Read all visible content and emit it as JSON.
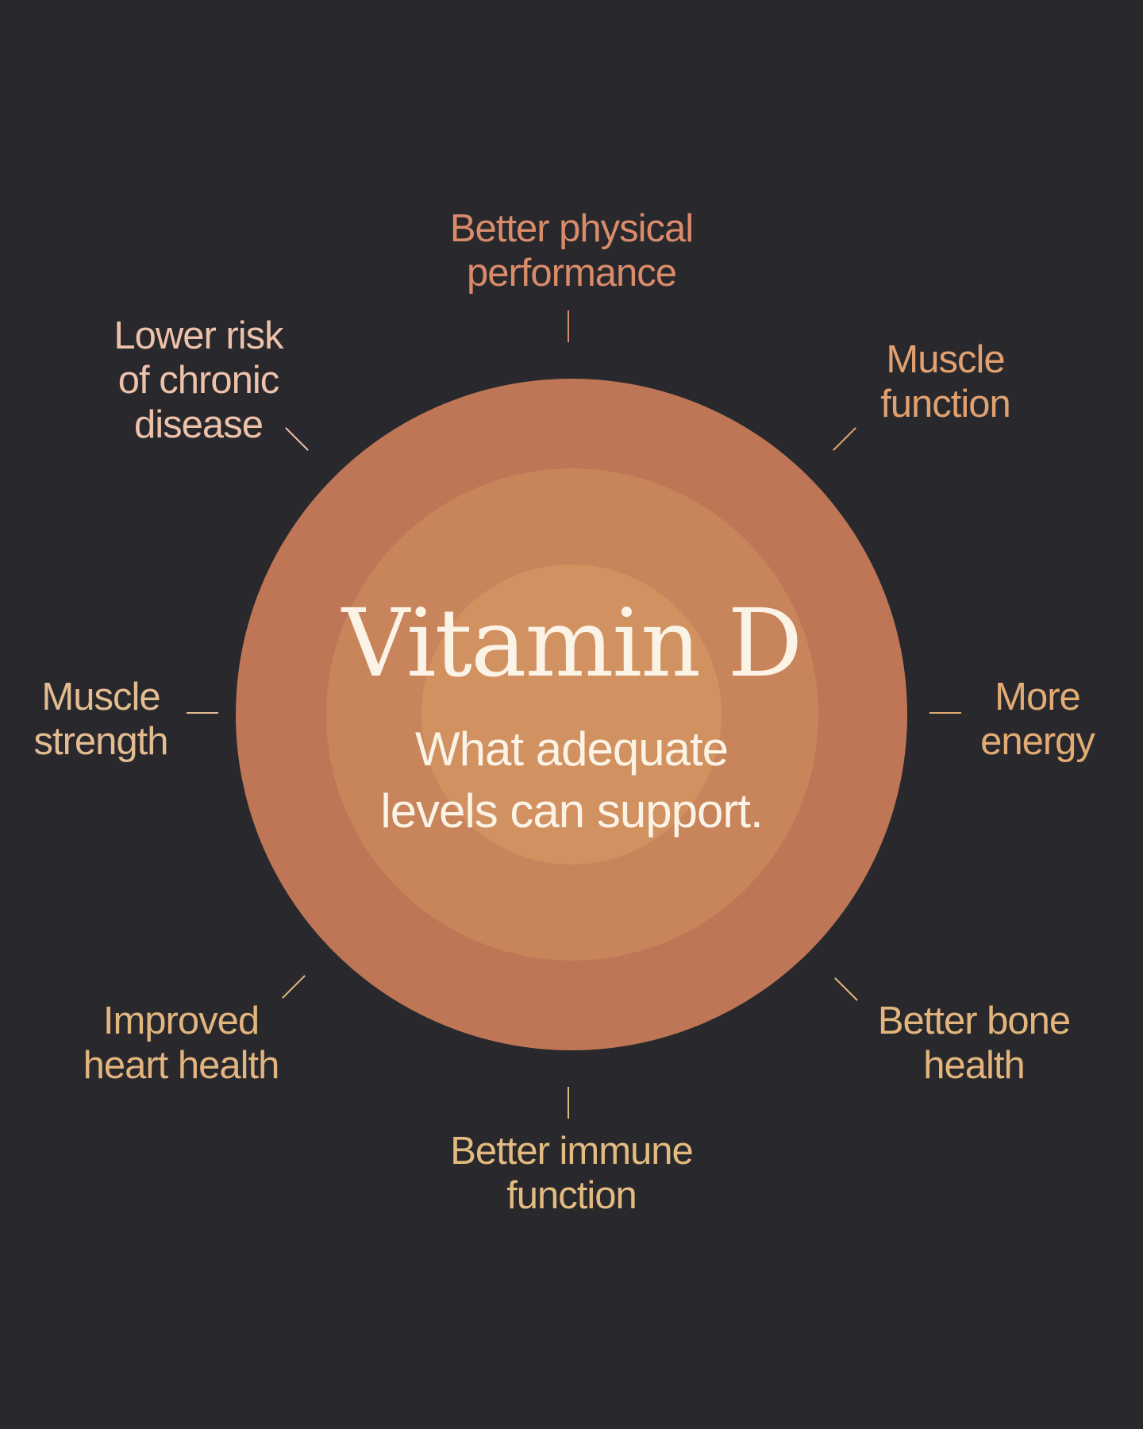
{
  "diagram": {
    "title": "Vitamin D",
    "subtitle_line1": "What adequate",
    "subtitle_line2": "levels can support.",
    "colors": {
      "background": "#29292d",
      "ring_outer": "#be7656",
      "ring_middle": "#c8845b",
      "ring_inner": "#d29160",
      "center_text": "#fbf3e6"
    },
    "benefits": [
      {
        "id": "top",
        "line1": "Better physical",
        "line2": "performance",
        "color": "#d98b6a"
      },
      {
        "id": "top-right",
        "line1": "Muscle",
        "line2": "function",
        "color": "#e0a070"
      },
      {
        "id": "right",
        "line1": "More",
        "line2": "energy",
        "color": "#e2ab74"
      },
      {
        "id": "bottom-right",
        "line1": "Better bone",
        "line2": "health",
        "color": "#e3b57c"
      },
      {
        "id": "bottom",
        "line1": "Better immune",
        "line2": "function",
        "color": "#e3bb80"
      },
      {
        "id": "bottom-left",
        "line1": "Improved",
        "line2": "heart health",
        "color": "#e2b57e"
      },
      {
        "id": "left",
        "line1": "Muscle",
        "line2": "strength",
        "color": "#e3bc91"
      },
      {
        "id": "top-left",
        "line1": "Lower risk",
        "line2": "of chronic",
        "line3": "disease",
        "color": "#eec1aa"
      }
    ]
  }
}
